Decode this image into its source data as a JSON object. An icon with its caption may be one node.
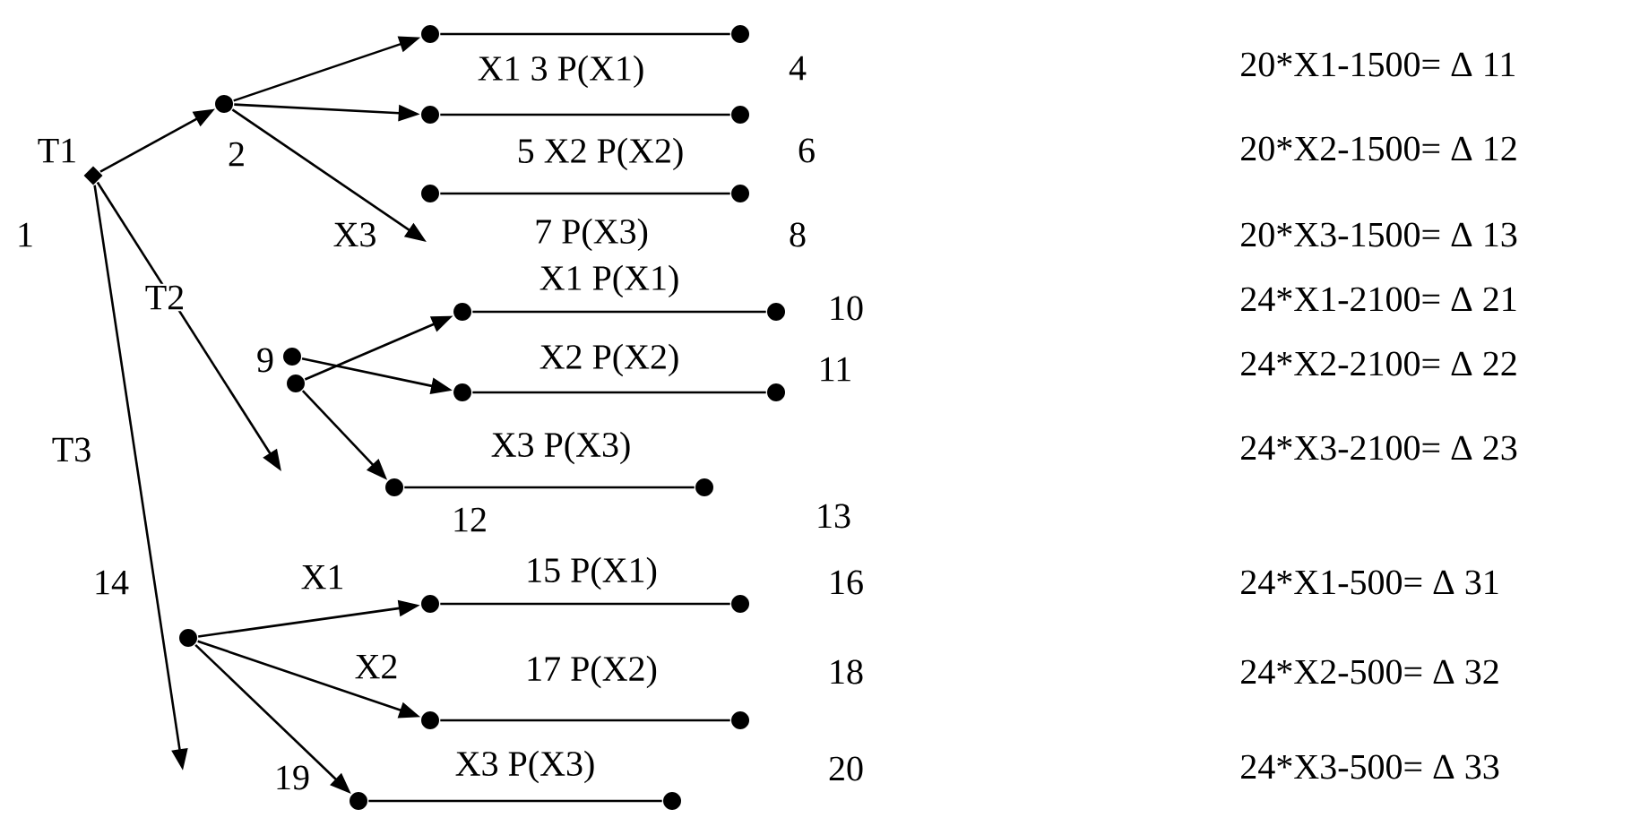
{
  "diagram": {
    "nodes": [
      {
        "text": [],
        "shape": "diamond"
      },
      {
        "text": [],
        "shape": "circle"
      },
      {
        "text": [],
        "shape": "circle"
      },
      {
        "text": [],
        "shape": "circle"
      },
      {
        "text": [],
        "shape": "circle"
      },
      {
        "text": [],
        "shape": "circle"
      },
      {
        "text": [],
        "shape": "circle"
      },
      {
        "text": [],
        "shape": "circle"
      },
      {
        "text": [],
        "shape": "circle"
      },
      {
        "text": [],
        "shape": "circle"
      },
      {
        "text": [],
        "shape": "circle"
      },
      {
        "text": [],
        "shape": "circle"
      },
      {
        "text": [],
        "shape": "circle"
      },
      {
        "text": [],
        "shape": "circle"
      },
      {
        "text": [],
        "shape": "circle"
      },
      {
        "text": [],
        "shape": "circle"
      },
      {
        "text": [],
        "shape": "circle"
      },
      {
        "text": [],
        "shape": "circle"
      },
      {
        "text": [],
        "shape": "circle"
      },
      {
        "text": [],
        "shape": "circle"
      },
      {
        "text": [],
        "shape": "circle"
      },
      {
        "text": [],
        "shape": "circle"
      },
      {
        "text": [],
        "shape": "circle"
      }
    ],
    "edges": [
      {
        "from": 0,
        "to": 1,
        "arrow": "to"
      },
      {
        "from": 1,
        "to": 2,
        "arrow": "to"
      },
      {
        "from": 1,
        "to": 4,
        "arrow": "to"
      },
      {
        "from": 1,
        "to": null,
        "arrow": "to",
        "label": "X3"
      },
      {
        "from": 2,
        "to": 3,
        "arrow": "none"
      },
      {
        "from": 4,
        "to": 5,
        "arrow": "none"
      },
      {
        "from": 6,
        "to": 7,
        "arrow": "none"
      },
      {
        "from": 0,
        "to": null,
        "arrow": "to",
        "label": "T2"
      },
      {
        "from": 0,
        "to": null,
        "arrow": "to",
        "label": "T3"
      },
      {
        "from": 9,
        "to": 10,
        "arrow": "to"
      },
      {
        "from": 8,
        "to": 12,
        "arrow": "to"
      },
      {
        "from": 9,
        "to": 14,
        "arrow": "to"
      },
      {
        "from": 10,
        "to": 11,
        "arrow": "none"
      },
      {
        "from": 12,
        "to": 13,
        "arrow": "none"
      },
      {
        "from": 14,
        "to": 15,
        "arrow": "none"
      },
      {
        "from": 16,
        "to": 17,
        "arrow": "to",
        "label": "X1"
      },
      {
        "from": 16,
        "to": 19,
        "arrow": "to",
        "label": "X2"
      },
      {
        "from": 16,
        "to": 21,
        "arrow": "to"
      },
      {
        "from": 17,
        "to": 18,
        "arrow": "none"
      },
      {
        "from": 19,
        "to": 20,
        "arrow": "none"
      },
      {
        "from": 21,
        "to": 22,
        "arrow": "none"
      }
    ],
    "labels": [
      "X1 3 P(X1)",
      "4",
      "20*X1-1500= Δ 11",
      "T1",
      "2",
      "5 X2 P(X2)",
      "6",
      "20*X2-1500= Δ 12",
      "1",
      "7 P(X3)",
      "8",
      "20*X3-1500= Δ 13",
      "X1 P(X1)",
      "10",
      "24*X1-2100= Δ 21",
      "9",
      "X2 P(X2)",
      "11",
      "24*X2-2100= Δ 22",
      "X3 P(X3)",
      "24*X3-2100= Δ 23",
      "12",
      "13",
      "14",
      "15 P(X1)",
      "16",
      "24*X1-500= Δ 31",
      "17 P(X2)",
      "18",
      "24*X2-500= Δ 32",
      "19",
      "X3 P(X3)",
      "20",
      "24*X3-500= Δ 33"
    ]
  }
}
